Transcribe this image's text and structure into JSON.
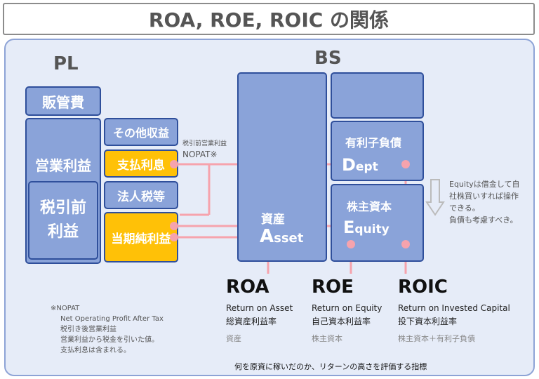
{
  "title": "ROA, ROE, ROIC の関係",
  "pl": {
    "heading": "PL",
    "sga": "販管費",
    "operating_profit": "営業利益",
    "pretax_profit": "税引前\n利益",
    "other_income": "その他収益",
    "interest_paid": "支払利息",
    "corporate_tax": "法人税等",
    "net_income": "当期純利益",
    "nopat_label_jp": "税引前営業利益",
    "nopat_label": "NOPAT※"
  },
  "bs": {
    "heading": "BS",
    "assets": "資産",
    "asset_initial": "A",
    "asset_rest": "sset",
    "debt": "有利子負債",
    "debt_initial": "D",
    "debt_rest": "ept",
    "equity": "株主資本",
    "equity_initial": "E",
    "equity_rest": "quity"
  },
  "side_note": [
    "Equityは借金して自",
    "社株買いすれば操作",
    "できる。",
    "負債も考慮すべき。"
  ],
  "metrics": [
    {
      "name": "ROA",
      "english": "Return on Asset",
      "japanese": "総資産利益率",
      "denominator": "資産"
    },
    {
      "name": "ROE",
      "english": "Return on Equity",
      "japanese": "自己資本利益率",
      "denominator": "株主資本"
    },
    {
      "name": "ROIC",
      "english": "Return on Invested Capital",
      "japanese": "投下資本利益率",
      "denominator": "株主資本＋有利子負債"
    }
  ],
  "footnote": [
    "※NOPAT",
    "Net Operating Profit After Tax",
    "税引き後営業利益",
    "営業利益から税金を引いた値。",
    "支払利息は含まれる。"
  ],
  "caption": "何を原資に稼いだのか、リターンの高さを評価する指標",
  "colors": {
    "block": "#8aa3d9",
    "border": "#2f4f9b",
    "highlight": "#ffc107",
    "connector": "#f6a3ad",
    "panel": "#e6ecf8"
  }
}
